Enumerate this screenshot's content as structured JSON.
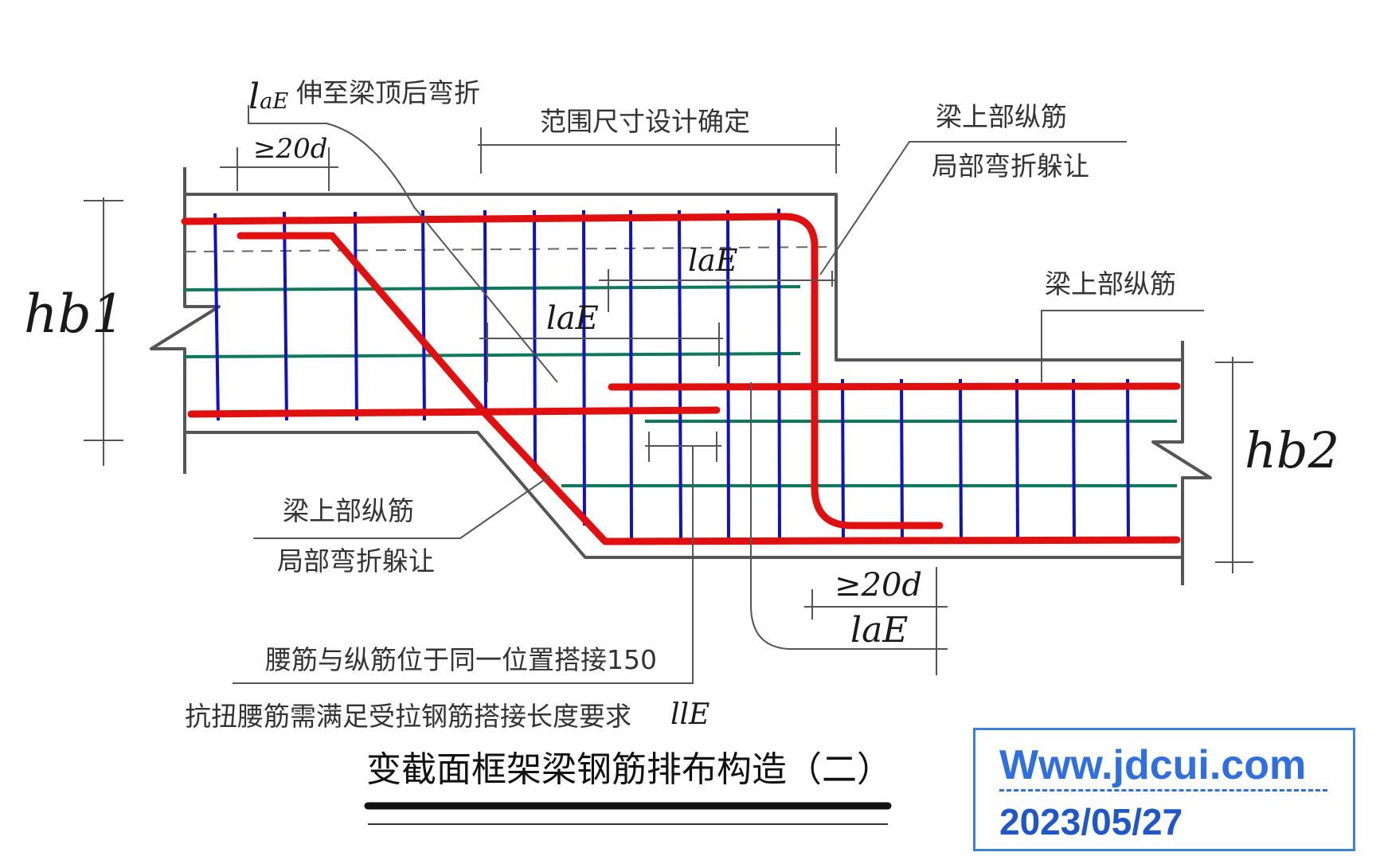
{
  "annotations": {
    "lae_top": "l",
    "lae_top_sub": "aE",
    "lae_top_text": "伸至梁顶后弯折",
    "ge20d_top": "≥20d",
    "range": "范围尺寸设计确定",
    "top_right_1": "梁上部纵筋",
    "top_right_2": "局部弯折躲让",
    "mid_right": "梁上部纵筋",
    "lae_mid1": "laE",
    "lae_mid2": "laE",
    "hb1": "hb1",
    "hb2": "hb2",
    "left_bottom_1": "梁上部纵筋",
    "left_bottom_2": "局部弯折躲让",
    "ge20d_bottom": "≥20d",
    "lae_bottom": "laE",
    "waist_lap": "腰筋与纵筋位于同一位置搭接150",
    "torsion": "抗扭腰筋需满足受拉钢筋搭接长度要求",
    "lle": "llE"
  },
  "title": "变截面框架梁钢筋排布构造（二）",
  "watermark": {
    "url": "Www.jdcui.com",
    "date": "2023/05/27"
  },
  "colors": {
    "outline": "#555555",
    "main_bar": "#e01010",
    "stirrup": "#1010c8",
    "waist_bar": "#0f7a5a",
    "leader": "#555555",
    "accent": "#3b82d6"
  }
}
